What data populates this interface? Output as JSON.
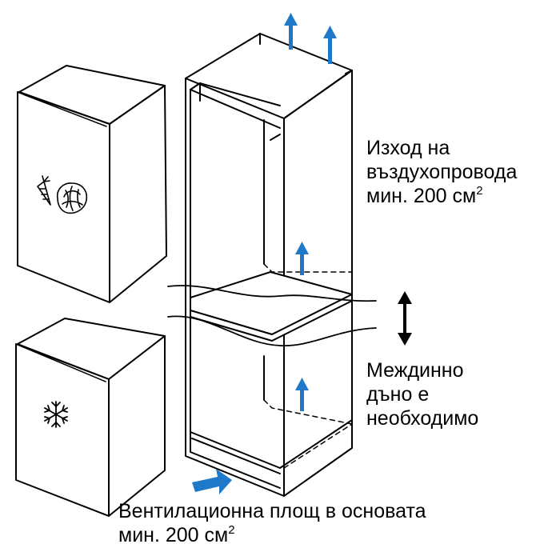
{
  "labels": {
    "outlet_line1": "Изход на",
    "outlet_line2": "въздухопровода",
    "outlet_line3": "мин. 200 см",
    "outlet_sup": "2",
    "shelf_line1": "Междинно",
    "shelf_line2": "дъно е",
    "shelf_line3": "необходимо",
    "base_line1": "Вентилационна площ в основата",
    "base_line2": "мин. 200 см",
    "base_sup": "2"
  },
  "icons": {
    "upper_appliance": [
      "carrot-icon",
      "cabbage-icon"
    ],
    "lower_appliance": [
      "snowflake-icon"
    ]
  },
  "colors": {
    "arrow_blue": "#1f78c8",
    "line": "#000000",
    "background": "#ffffff"
  }
}
